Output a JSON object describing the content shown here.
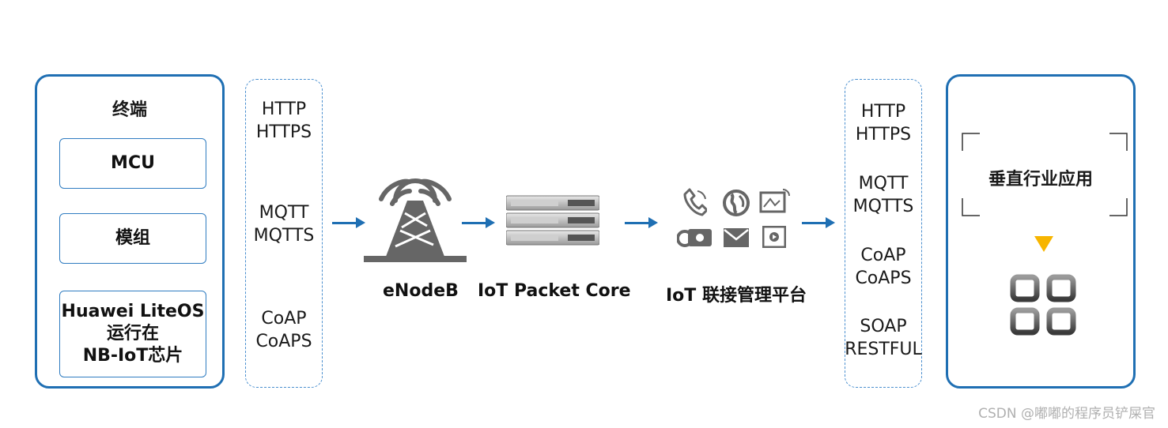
{
  "terminal": {
    "title": "终端",
    "items": [
      "MCU",
      "模组"
    ],
    "os_lines": [
      "Huawei LiteOS",
      "运行在",
      "NB-IoT芯片"
    ]
  },
  "left_protocols": {
    "groups": [
      [
        "HTTP",
        "HTTPS"
      ],
      [
        "MQTT",
        "MQTTS"
      ],
      [
        "CoAP",
        "CoAPS"
      ]
    ]
  },
  "nodes": {
    "enodeb": "eNodeB",
    "packet_core": "IoT Packet Core",
    "platform": "IoT 联接管理平台"
  },
  "right_protocols": {
    "groups": [
      [
        "HTTP",
        "HTTPS"
      ],
      [
        "MQTT",
        "MQTTS"
      ],
      [
        "CoAP",
        "CoAPS"
      ],
      [
        "SOAP",
        "RESTFUL"
      ]
    ]
  },
  "application": {
    "title": "垂直行业应用"
  },
  "watermark": "CSDN @嘟嘟的程序员铲屎官",
  "colors": {
    "accent": "#1f6fb3",
    "dashed": "#4a8fcf",
    "triangle": "#f7b500",
    "icon_gray": "#666666"
  },
  "icons": [
    "cell-tower-icon",
    "server-rack-icon",
    "phone-icon",
    "globe-icon",
    "map-icon",
    "camera-icon",
    "mail-icon",
    "video-icon",
    "app-grid-icon"
  ]
}
